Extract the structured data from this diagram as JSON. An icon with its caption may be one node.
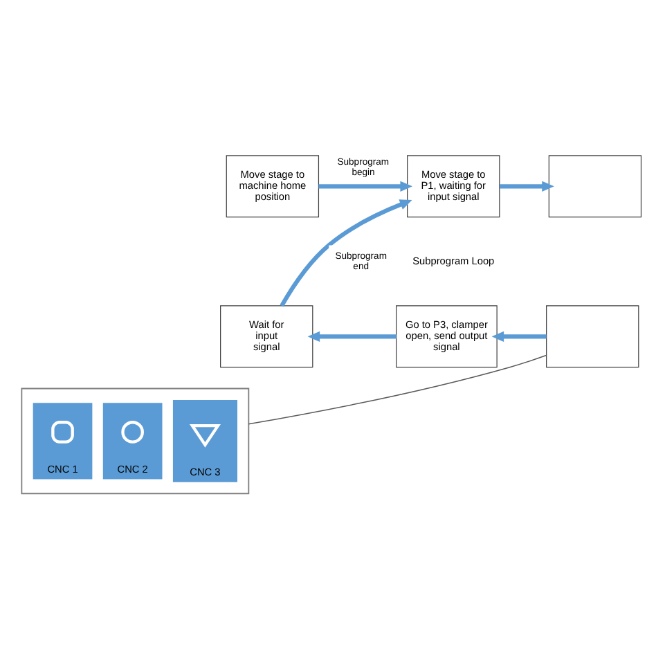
{
  "diagram": {
    "nodes": [
      {
        "text": [
          "Move stage to machine home position"
        ]
      },
      {
        "text": [
          "Move stage to P1, waiting for input signal"
        ]
      },
      {
        "text": [],
        "shape": "box"
      },
      {
        "text": [
          "Wait for input signal"
        ]
      },
      {
        "text": [
          "Go to P3, clamper open, send output signal"
        ]
      },
      {
        "text": [],
        "shape": "box"
      },
      {
        "text": [],
        "shape": "box"
      },
      {
        "text": [
          "CNC 1"
        ],
        "in": 6
      },
      {
        "text": [],
        "shape": "box",
        "in": 7
      },
      {
        "text": [
          "CNC 2"
        ],
        "in": 6
      },
      {
        "text": [],
        "shape": "circle",
        "in": 9
      },
      {
        "text": [
          "CNC 3"
        ],
        "in": 6
      },
      {
        "text": [],
        "shape": "triangle",
        "in": 11
      }
    ],
    "edges": [
      {
        "from": 0,
        "to": 1,
        "arrow": "to",
        "label": "Subprogram begin"
      },
      {
        "from": 1,
        "to": 2,
        "arrow": "to"
      },
      {
        "from": 5,
        "to": 4,
        "arrow": "to"
      },
      {
        "from": 4,
        "to": 3,
        "arrow": "to"
      },
      {
        "from": 3,
        "to": 1,
        "arrow": "to",
        "label": "Subprogram end"
      },
      {
        "from": 5,
        "to": 6,
        "arrow": "none",
        "color": "#595959"
      }
    ],
    "labels": [
      "Subprogram Loop"
    ]
  }
}
